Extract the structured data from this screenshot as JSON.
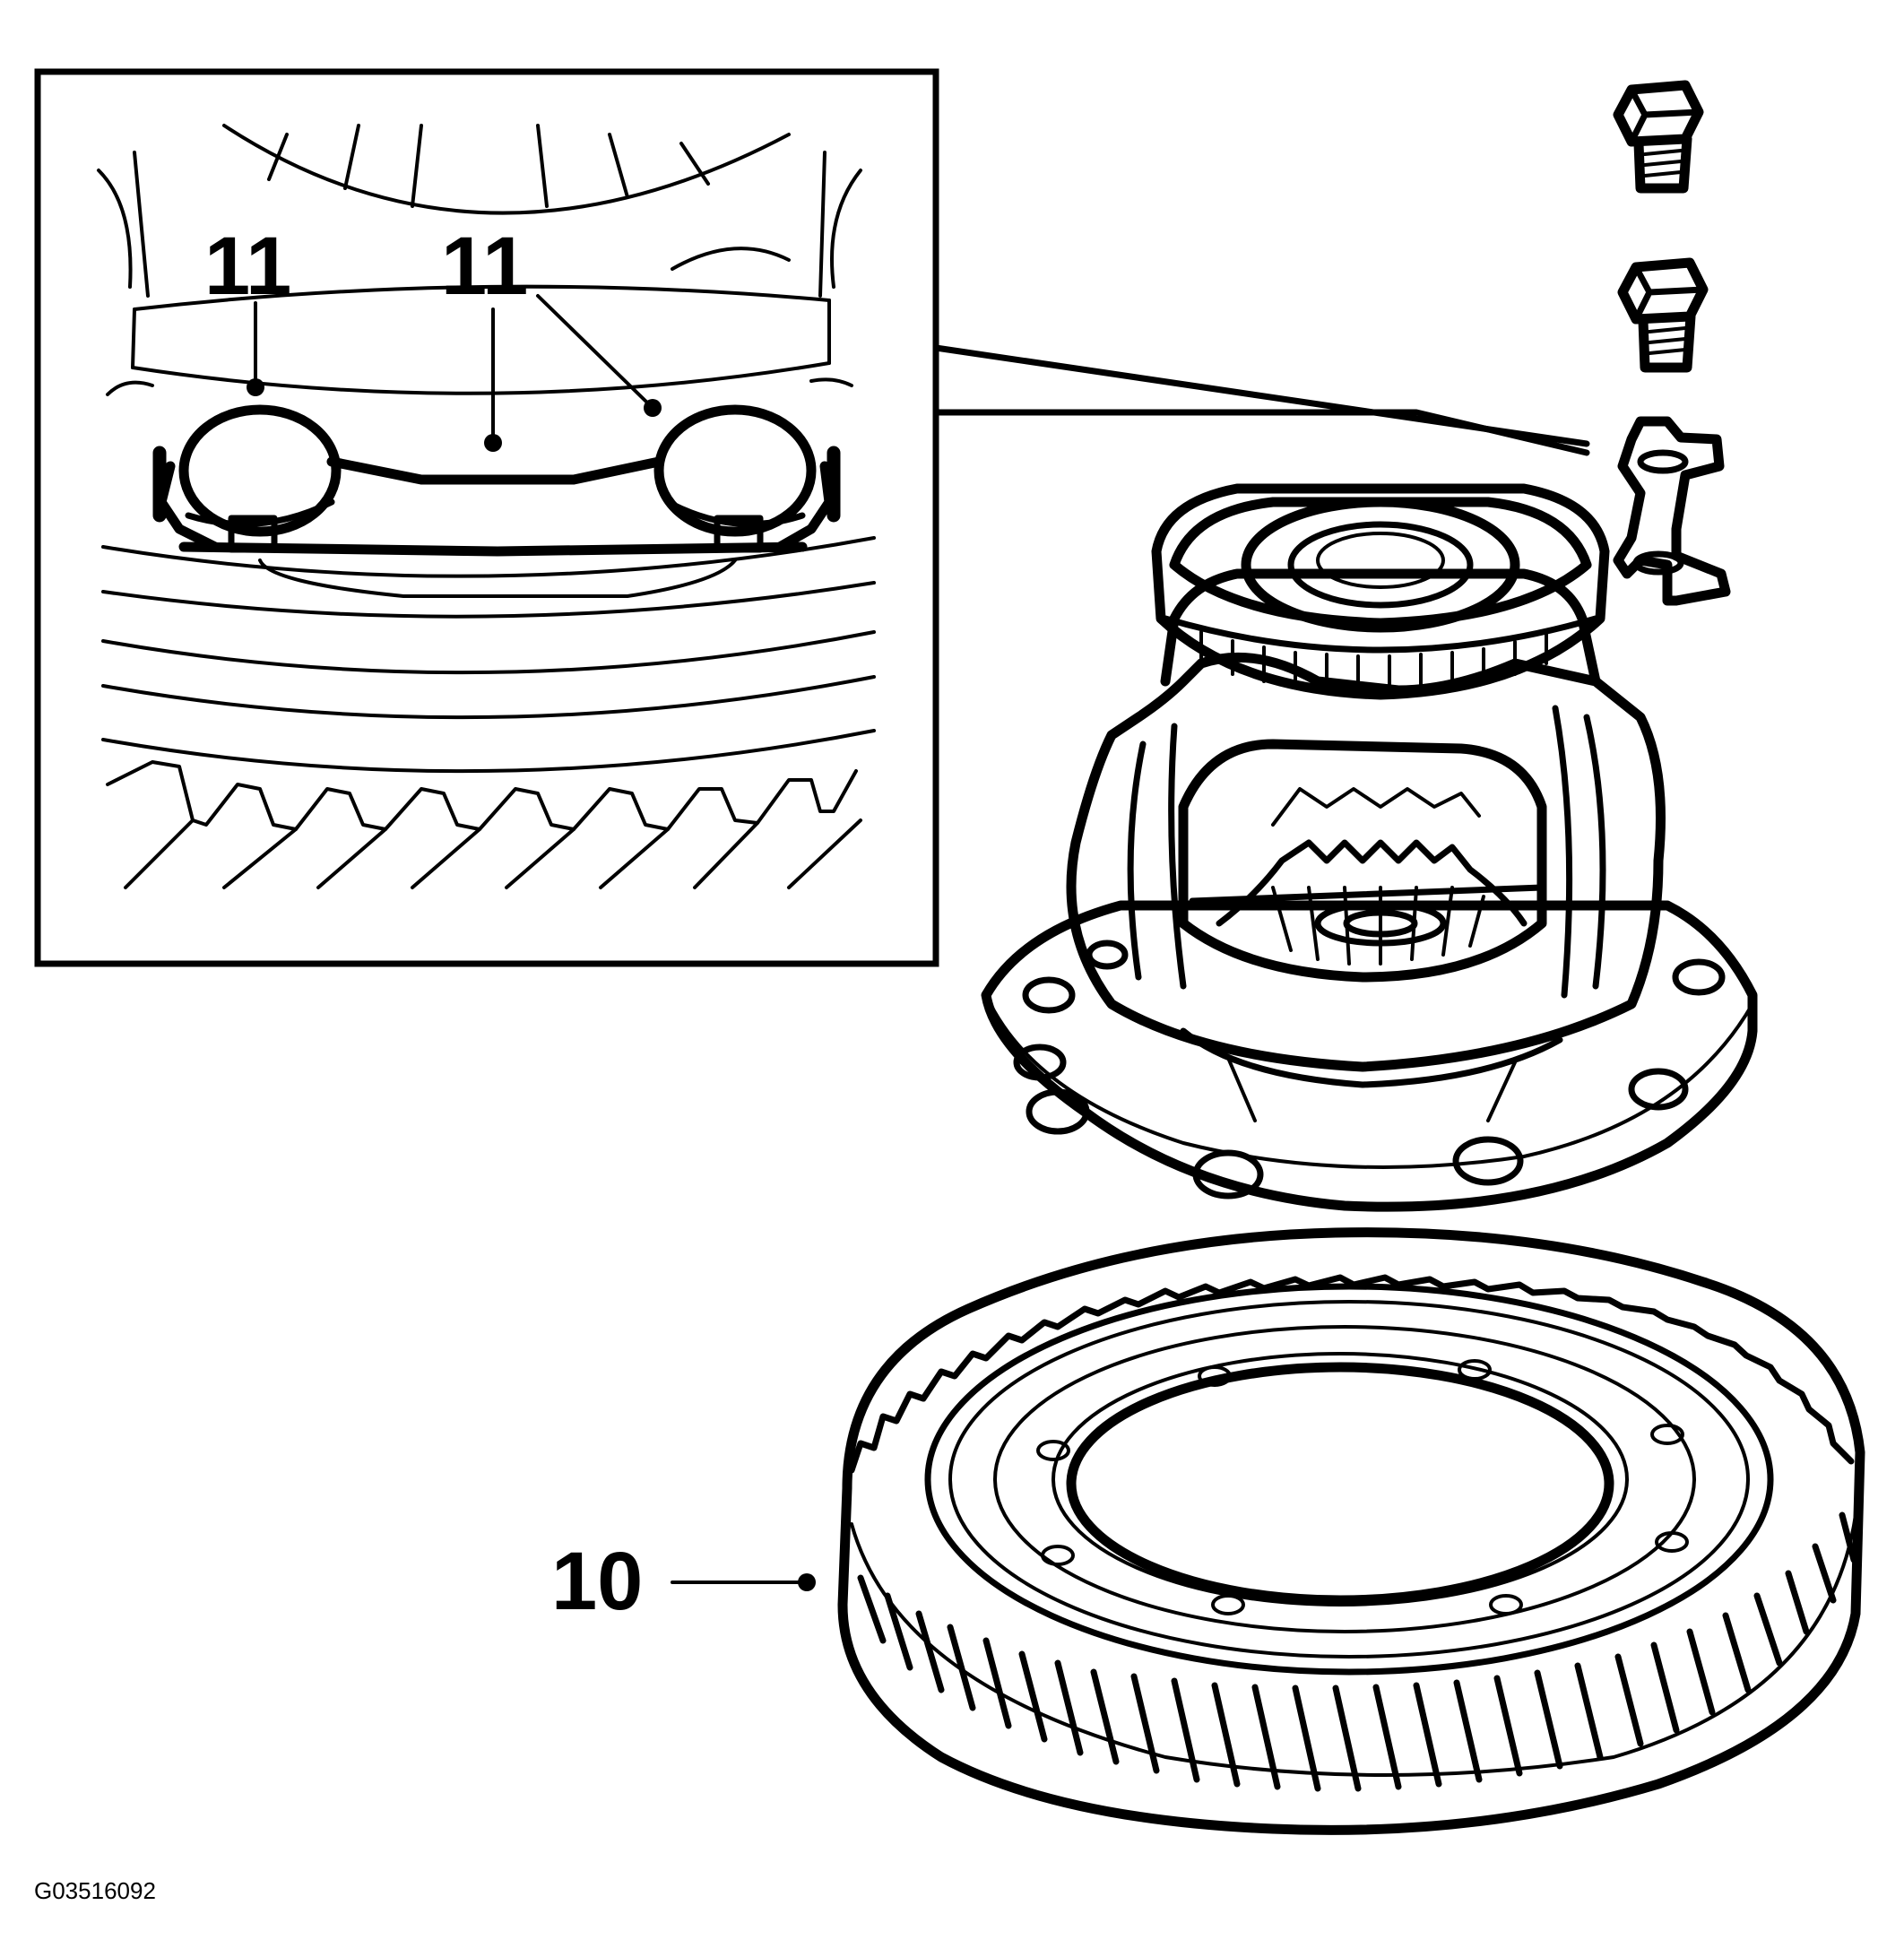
{
  "diagram": {
    "callouts": {
      "detail_left": "11",
      "detail_center": "11",
      "ring_gear": "10"
    },
    "figure_id": "G03516092"
  },
  "parts": [
    {
      "part": "detail-view-frame",
      "icon": "magnified-detail-view"
    },
    {
      "part": "bolt-1",
      "icon": "hex-bolt-icon"
    },
    {
      "part": "bolt-2",
      "icon": "hex-bolt-icon"
    },
    {
      "part": "lock-plate",
      "icon": "lock-plate-icon"
    },
    {
      "part": "differential-case",
      "icon": "differential-case-icon"
    },
    {
      "part": "ring-gear",
      "icon": "ring-gear-icon"
    }
  ],
  "colors": {
    "ink": "#000000",
    "paper": "#ffffff"
  }
}
